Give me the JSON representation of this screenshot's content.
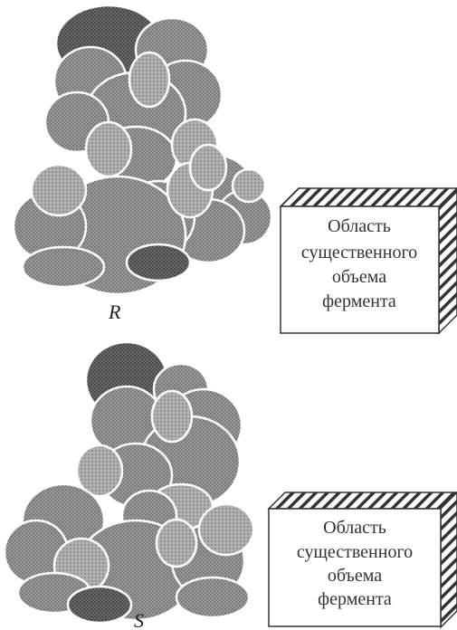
{
  "panels": [
    {
      "id": "R",
      "molecule_label": "R",
      "box_lines": [
        "Область",
        "существенного",
        "объема",
        "фермента"
      ]
    },
    {
      "id": "S",
      "molecule_label": "S",
      "box_lines": [
        "Область",
        "существенного",
        "объема",
        "фермента"
      ]
    }
  ],
  "colors": {
    "sphere_fill": "#8a8a8a",
    "sphere_dark": "#6e6e6e",
    "outline": "#ffffff",
    "box_stroke": "#333333",
    "hatch": "#333333",
    "text": "#333333"
  }
}
